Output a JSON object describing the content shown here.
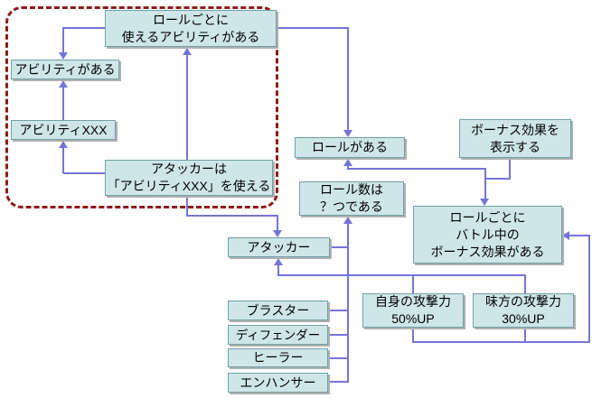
{
  "nodes": {
    "role_abilities": {
      "label": "ロールごとに\n使えるアビリティがある"
    },
    "ability_exists": {
      "label": "アビリティがある"
    },
    "ability_xxx": {
      "label": "アビリティXXX"
    },
    "attacker_uses": {
      "label": "アタッカーは\n「アビリティXXX」を使える"
    },
    "role_exists": {
      "label": "ロールがある"
    },
    "bonus_display": {
      "label": "ボーナス効果を\n表示する"
    },
    "role_count": {
      "label": "ロール数は\n？つである"
    },
    "role_battle_bonus": {
      "label": "ロールごとに\nバトル中の\nボーナス効果がある"
    },
    "attacker": {
      "label": "アタッカー"
    },
    "blaster": {
      "label": "ブラスター"
    },
    "defender": {
      "label": "ディフェンダー"
    },
    "healer": {
      "label": "ヒーラー"
    },
    "enhancer": {
      "label": "エンハンサー"
    },
    "self_attack_up": {
      "label": "自身の攻撃力\n50%UP"
    },
    "ally_attack_up": {
      "label": "味方の攻撃力\n30%UP"
    }
  },
  "colors": {
    "node-fill": "#cfe6e8",
    "node-border": "#6fa0a6",
    "node-shadow": "#b0b0b0",
    "connector": "#7474d8",
    "boundary": "#8f1a1a",
    "text": "#000000",
    "background": "#ffffff"
  }
}
